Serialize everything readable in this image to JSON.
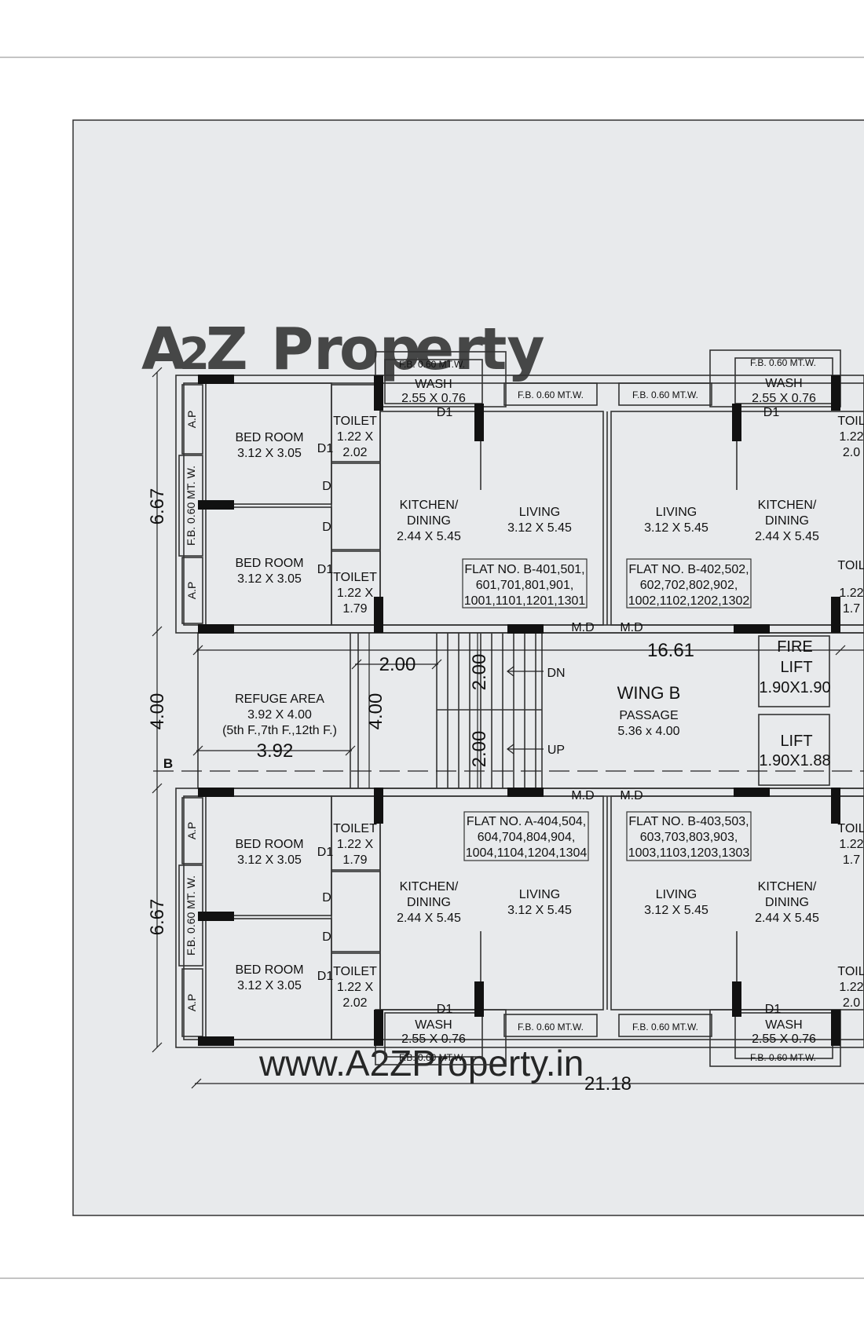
{
  "watermark": {
    "brand": "A2Z Property",
    "url": "www.A2ZProperty.in",
    "colors": [
      "#f2a7a8",
      "#9fc7f0",
      "#f6e08a",
      "#a9e0a6"
    ]
  },
  "colors": {
    "sheet": "#e8eaec",
    "line": "#333333",
    "wall_fill": "#f2f2f2"
  },
  "dimensions": {
    "top_block": "6.67",
    "passage_height": "4.00",
    "bottom_block": "6.67",
    "passage_length": "16.61",
    "stair_width": "2.00",
    "stair_height": "4.00",
    "stair_flight_up": "2.00",
    "stair_flight_down": "2.00",
    "refuge_width": "3.92",
    "overall": "21.18",
    "section_mark": "B"
  },
  "labels": {
    "fb": "F.B. 0.60 MT.W.",
    "fb_vertical": "F.B. 0.60 MT. W.",
    "ap": "A.P",
    "d1": "D1",
    "d": "D",
    "md": "M.D",
    "dn": "DN",
    "up": "UP"
  },
  "rooms": {
    "bed_room": {
      "name": "BED ROOM",
      "size": "3.12 X 3.05"
    },
    "toilet_a": {
      "name": "TOILET",
      "size1": "1.22 X",
      "size2": "2.02"
    },
    "toilet_b": {
      "name": "TOILET",
      "size1": "1.22 X",
      "size2": "1.79"
    },
    "toilet_cut": {
      "name": "TOIL",
      "size1": "1.22",
      "size2a": "2.0",
      "size2b": "1.7"
    },
    "wash": {
      "name": "WASH",
      "size": "2.55 X 0.76"
    },
    "kitchen": {
      "name1": "KITCHEN/",
      "name2": "DINING",
      "size": "2.44 X 5.45"
    },
    "living": {
      "name": "LIVING",
      "size": "3.12 X 5.45"
    },
    "refuge": {
      "name": "REFUGE AREA",
      "size": "3.92 X 4.00",
      "note": "(5th F.,7th F.,12th F.)"
    },
    "wing": {
      "name": "WING B"
    },
    "passage": {
      "name": "PASSAGE",
      "size": "5.36 x 4.00"
    },
    "fire_lift": {
      "name1": "FIRE",
      "name2": "LIFT",
      "size": "1.90X1.90"
    },
    "lift": {
      "name": "LIFT",
      "size": "1.90X1.88"
    }
  },
  "flats": {
    "b401": [
      "FLAT NO. B-401,501,",
      "601,701,801,901,",
      "1001,1101,1201,1301"
    ],
    "b402": [
      "FLAT NO. B-402,502,",
      "602,702,802,902,",
      "1002,1102,1202,1302"
    ],
    "a404": [
      "FLAT NO. A-404,504,",
      "604,704,804,904,",
      "1004,1104,1204,1304"
    ],
    "b403": [
      "FLAT NO. B-403,503,",
      "603,703,803,903,",
      "1003,1103,1203,1303"
    ]
  }
}
